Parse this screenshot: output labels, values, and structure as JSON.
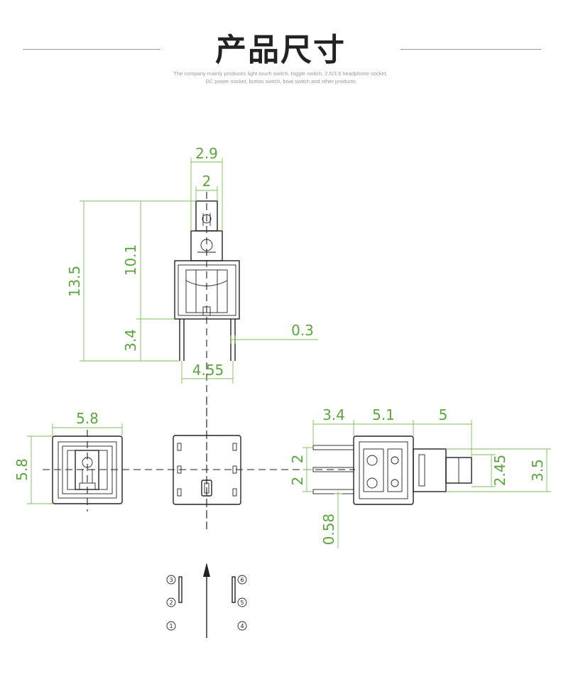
{
  "header": {
    "title": "产品尺寸",
    "subtitle_line1": "The company mainly produces light touch switch, toggle switch, 2.5/3.5 headphone socket,",
    "subtitle_line2": "DC power socket, button switch, boat switch and other products"
  },
  "dimensions": {
    "front_top_width": "2.9",
    "front_inner_width": "2",
    "front_total_height": "13.5",
    "front_body_height": "10.1",
    "front_pin_length": "3.4",
    "front_pin_thickness": "0.3",
    "front_pin_pitch": "4.55",
    "top_width": "5.8",
    "top_height": "5.8",
    "side_pin_length": "3.4",
    "side_body_length": "5.1",
    "side_stem_length": "5",
    "side_pin_pitch_upper": "2",
    "side_pin_pitch_lower": "2",
    "side_pin_offset": "0.58",
    "side_stem_dia": "2.45",
    "side_body_height": "3.5"
  },
  "pins": {
    "left_top": "3",
    "left_mid": "2",
    "left_bottom": "1",
    "right_top": "6",
    "right_mid": "5",
    "right_bottom": "4"
  }
}
